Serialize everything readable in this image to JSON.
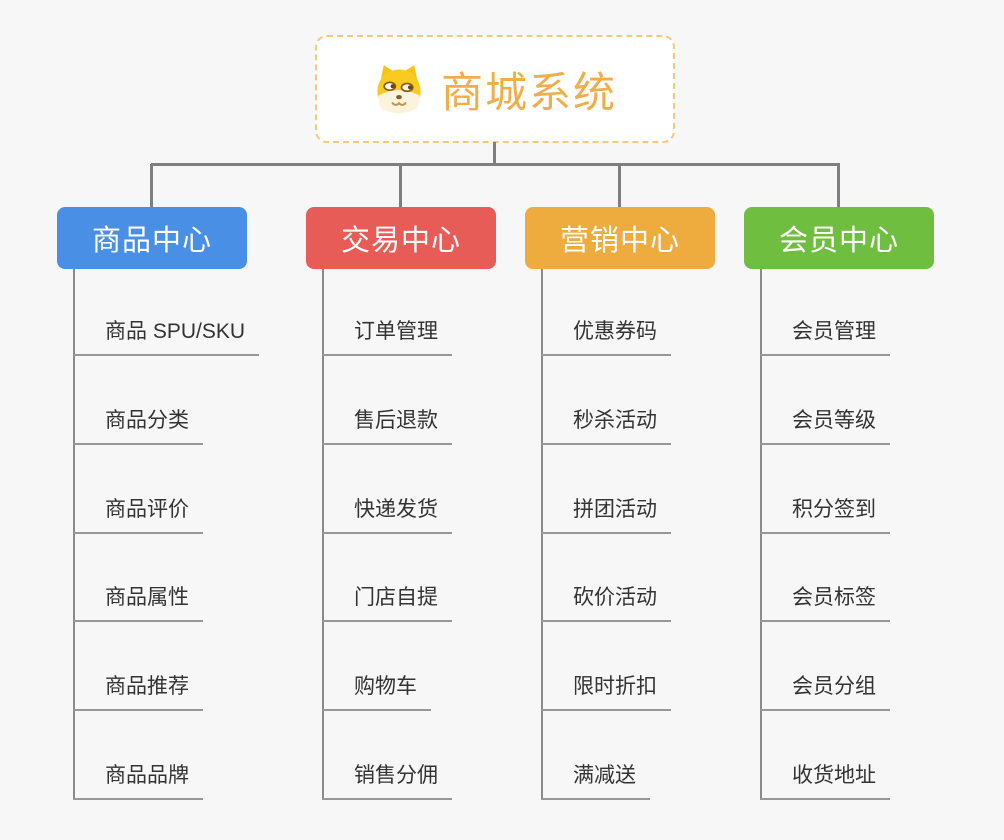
{
  "root": {
    "title": "商城系统",
    "icon": "doge-dog-icon",
    "accent_color": "#F0AE4A",
    "border_color": "#F5C97B"
  },
  "branches": [
    {
      "label": "商品中心",
      "color": "#4A8FE6",
      "children": [
        "商品 SPU/SKU",
        "商品分类",
        "商品评价",
        "商品属性",
        "商品推荐",
        "商品品牌"
      ]
    },
    {
      "label": "交易中心",
      "color": "#E85C57",
      "children": [
        "订单管理",
        "售后退款",
        "快递发货",
        "门店自提",
        "购物车",
        "销售分佣"
      ]
    },
    {
      "label": "营销中心",
      "color": "#EEAC3F",
      "children": [
        "优惠券码",
        "秒杀活动",
        "拼团活动",
        "砍价活动",
        "限时折扣",
        "满减送"
      ]
    },
    {
      "label": "会员中心",
      "color": "#6FBE3F",
      "children": [
        "会员管理",
        "会员等级",
        "积分签到",
        "会员标签",
        "会员分组",
        "收货地址"
      ]
    }
  ]
}
